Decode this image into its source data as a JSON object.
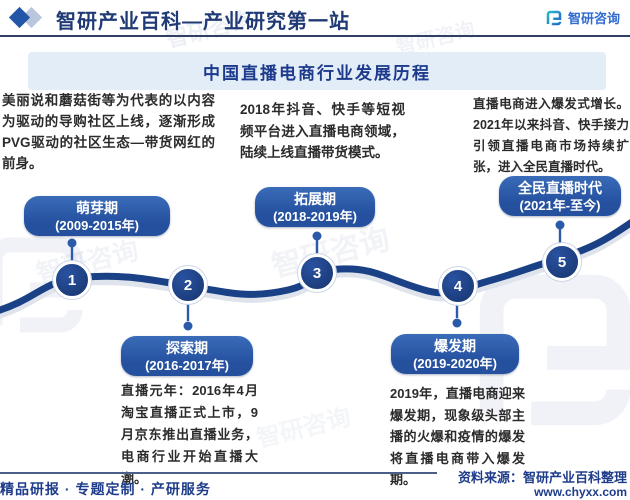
{
  "header": {
    "title": "智研产业百科—产业研究第一站",
    "brand": "智研咨询"
  },
  "title_bar": {
    "text": "中国直播电商行业发展历程"
  },
  "timeline": {
    "stages": [
      {
        "num": "1",
        "name": "萌芽期",
        "years": "(2009-2015年)",
        "desc": "美丽说和蘑菇街等为代表的以内容为驱动的导购社区上线，逐渐形成PVG驱动的社区生态—带货网红的前身。"
      },
      {
        "num": "2",
        "name": "探索期",
        "years": "(2016-2017年)",
        "desc": "直播元年：2016年4月淘宝直播正式上市，9月京东推出直播业务，电商行业开始直播大潮。"
      },
      {
        "num": "3",
        "name": "拓展期",
        "years": "(2018-2019年)",
        "desc": "2018年抖音、快手等短视频平台进入直播电商领域，陆续上线直播带货模式。"
      },
      {
        "num": "4",
        "name": "爆发期",
        "years": "(2019-2020年)",
        "desc": "2019年，直播电商迎来爆发期，现象级头部主播的火爆和疫情的爆发将直播电商带入爆发期。"
      },
      {
        "num": "5",
        "name": "全民直播时代",
        "years": "(2021年-至今)",
        "desc": "直播电商进入爆发式增长。2021年以来抖音、快手接力引领直播电商市场持续扩张，进入全民直播时代。"
      }
    ]
  },
  "footer": {
    "source": "资料来源：智研产业百科整理",
    "website": "www.chyxx.com",
    "services": "精品研报 · 专题定制 · 产研服务"
  },
  "watermark": {
    "text": "智研咨询"
  },
  "colors": {
    "accent_blue": "#24509e",
    "circle_navy": "#16356e",
    "title_bar_bg": "#e2edf8",
    "dark_text_blue": "#1e3c8a",
    "wave_blue": "#1a4186"
  }
}
